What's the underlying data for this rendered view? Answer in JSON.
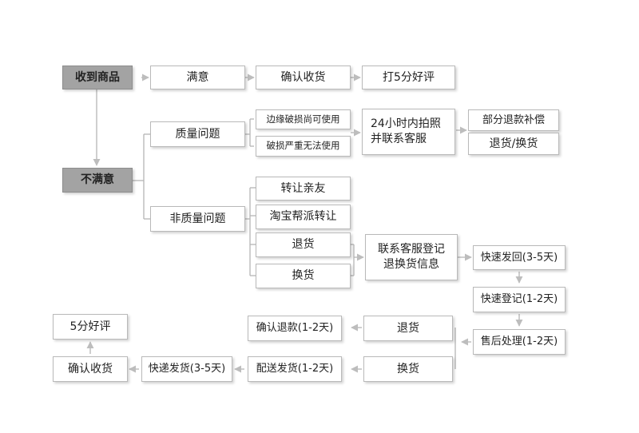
{
  "nodes": {
    "received": "收到商品",
    "satisfied": "满意",
    "confirm_receipt_top": "确认收货",
    "rate_5_top": "打5分好评",
    "unsatisfied": "不满意",
    "quality_issue": "质量问题",
    "edge_damage": "边缘破损尚可使用",
    "severe_damage": "破损严重无法使用",
    "contact_24h": "24小时内拍照\n并联系客服",
    "partial_refund": "部分退款补偿",
    "return_exchange": "退货/换货",
    "non_quality_issue": "非质量问题",
    "transfer_friends": "转让亲友",
    "taobao_help": "淘宝帮派转让",
    "return": "退货",
    "exchange": "换货",
    "contact_register": "联系客服登记\n退换货信息",
    "fast_ship_back": "快速发回(3-5天)",
    "fast_register": "快速登记(1-2天)",
    "after_sales": "售后处理(1-2天)",
    "return_right": "退货",
    "exchange_right": "换货",
    "confirm_refund": "确认退款(1-2天)",
    "ship_out": "配送发货(1-2天)",
    "express": "快递发货(3-5天)",
    "confirm_receipt_bottom": "确认收货",
    "rate_5_bottom": "5分好评"
  }
}
